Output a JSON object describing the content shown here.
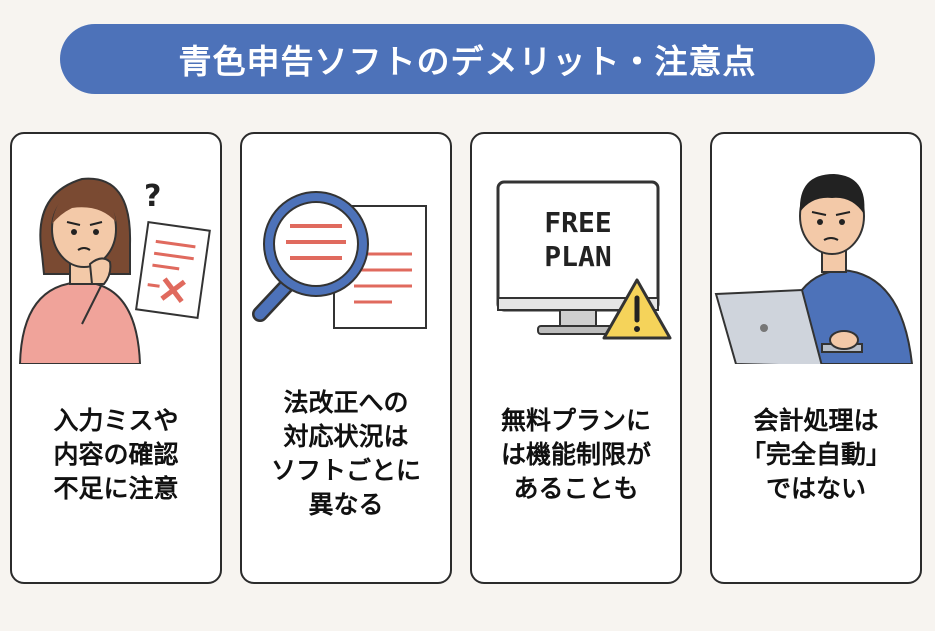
{
  "title": "青色申告ソフトのデメリット・注意点",
  "colors": {
    "title_background": "#4d72b9",
    "accent_red": "#e06a5e",
    "accent_blue": "#4d72b9",
    "warning_yellow": "#f5d35a"
  },
  "cards": [
    {
      "icon": "confused-woman-icon",
      "caption_lines": [
        "入力ミスや",
        "内容の確認",
        "不足に注意"
      ]
    },
    {
      "icon": "magnifier-document-icon",
      "caption_lines": [
        "法改正への",
        "対応状況は",
        "ソフトごとに",
        "異なる"
      ]
    },
    {
      "icon": "free-plan-monitor-icon",
      "monitor_text": [
        "FREE",
        "PLAN"
      ],
      "caption_lines": [
        "無料プランに",
        "は機能制限が",
        "あることも"
      ]
    },
    {
      "icon": "man-laptop-icon",
      "caption_lines": [
        "会計処理は",
        "「完全自動」",
        "ではない"
      ]
    }
  ]
}
